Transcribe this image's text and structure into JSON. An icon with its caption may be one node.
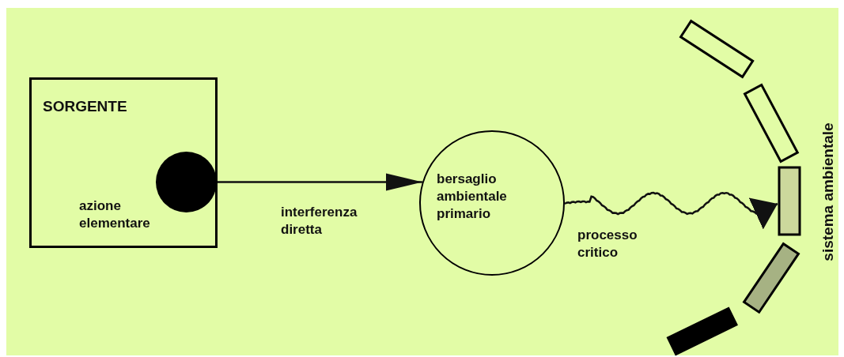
{
  "diagram": {
    "nodes": [
      {
        "text": [
          "SORGENTE"
        ]
      },
      {
        "text": [],
        "shape": "circle",
        "in": 0,
        "beside": [
          "azione elementare"
        ]
      },
      {
        "text": [
          "bersaglio ambientale primario"
        ]
      },
      {
        "text": [],
        "shape": "bar"
      },
      {
        "text": [],
        "shape": "bar"
      },
      {
        "text": [],
        "shape": "bar"
      },
      {
        "text": [],
        "shape": "bar"
      },
      {
        "text": [],
        "shape": "bar"
      }
    ],
    "edges": [
      {
        "from": 1,
        "to": 2,
        "arrow": "to",
        "label": "interferenza diretta"
      },
      {
        "from": 2,
        "to": 5,
        "arrow": "to",
        "label": "processo critico"
      }
    ],
    "labels": [
      "sistema ambientale"
    ]
  }
}
